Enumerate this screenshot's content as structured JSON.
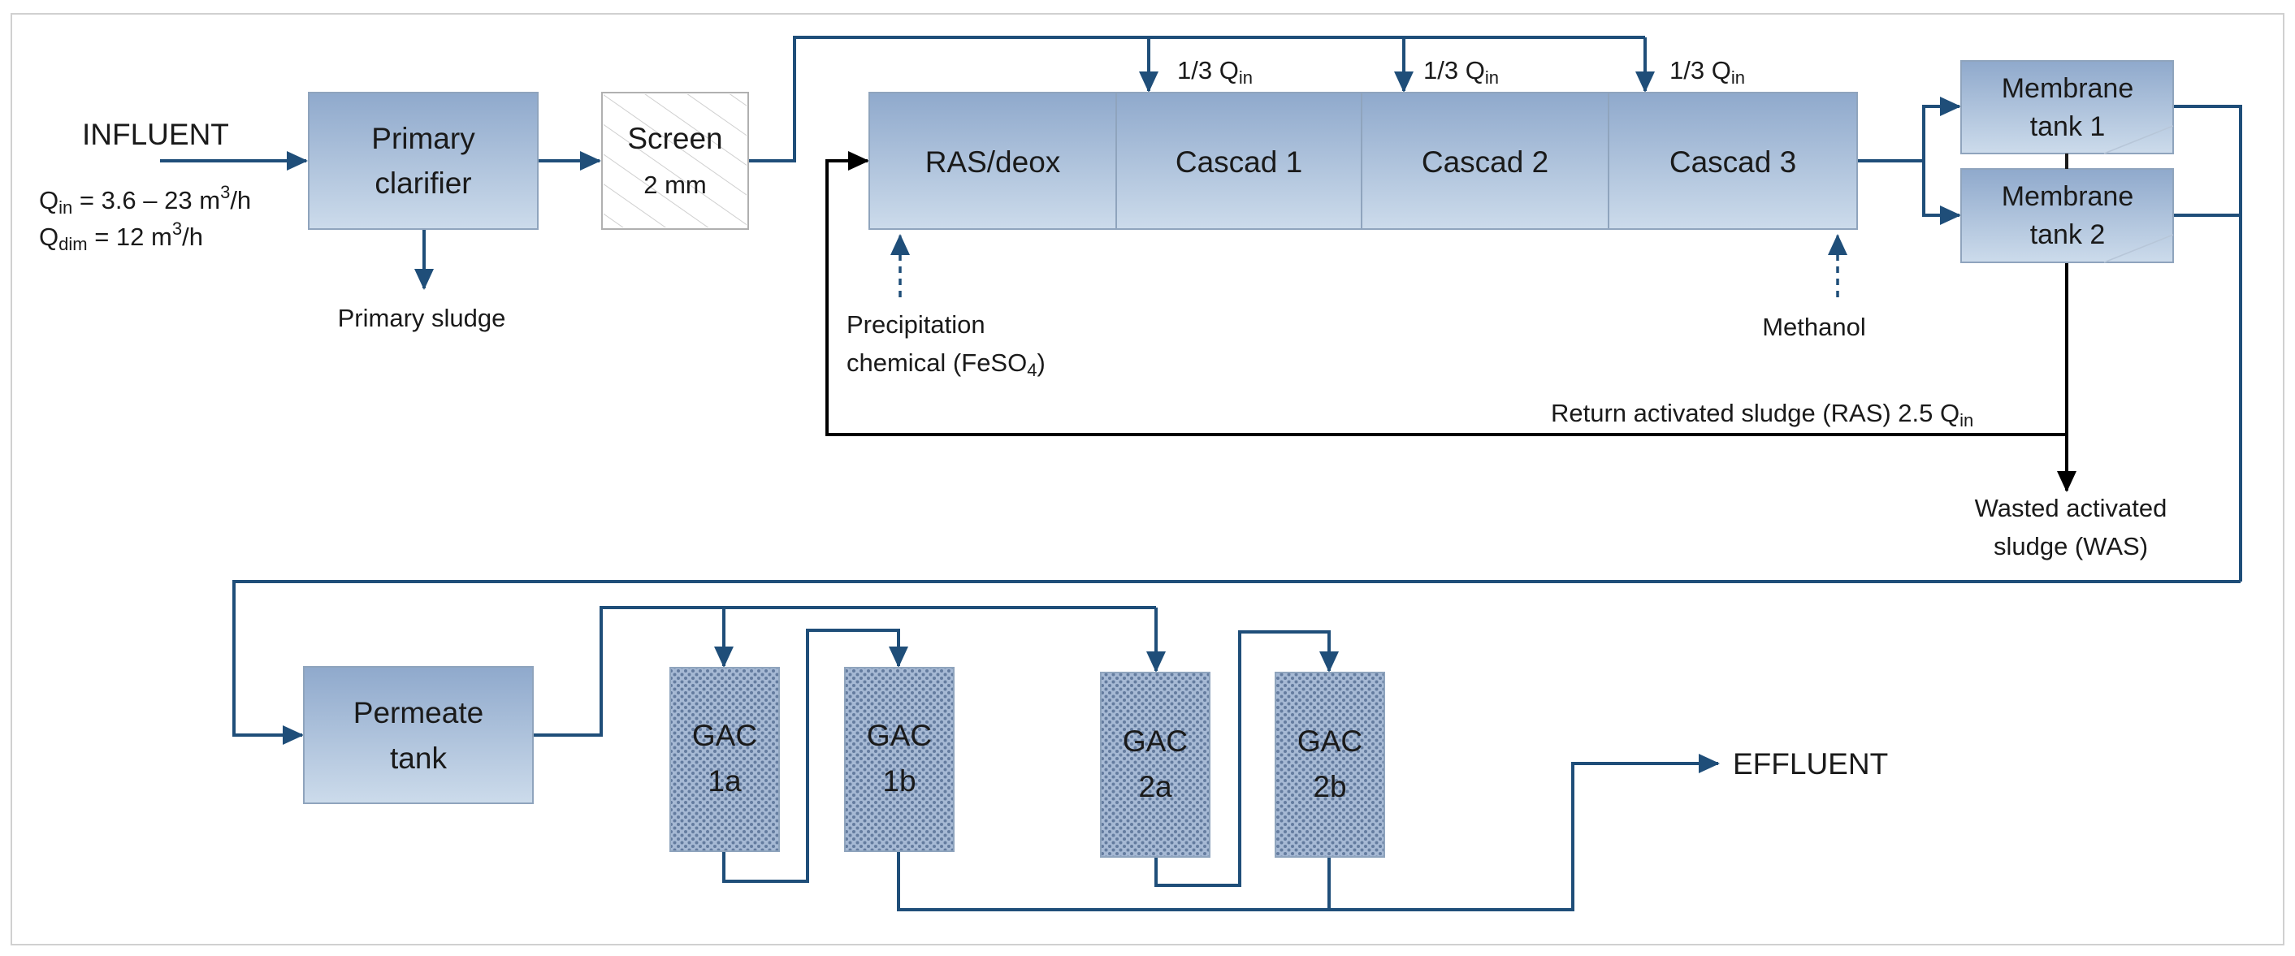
{
  "influent": {
    "label": "INFLUENT",
    "q_in_sym": "Q",
    "q_in_sub": "in",
    "q_in_value": " = 3.6 – 23 m",
    "q_in_exp": "3",
    "q_in_unit": "/h",
    "q_dim_sym": "Q",
    "q_dim_sub": "dim",
    "q_dim_value": " = 12 m",
    "q_dim_exp": "3",
    "q_dim_unit": "/h"
  },
  "primary_clarifier": {
    "line1": "Primary",
    "line2": "clarifier"
  },
  "primary_sludge": "Primary sludge",
  "screen": {
    "title": "Screen",
    "size": "2 mm"
  },
  "reactor": {
    "compartments": [
      "RAS/deox",
      "Cascad 1",
      "Cascad 2",
      "Cascad 3"
    ],
    "split_sym": "1/3 Q",
    "split_sub": "in"
  },
  "precipitation": {
    "line1": "Precipitation",
    "line2": "chemical (FeSO",
    "line2_sub": "4",
    "line2_end": ")"
  },
  "methanol": "Methanol",
  "membrane_tanks": [
    {
      "line1": "Membrane",
      "line2": "tank 1"
    },
    {
      "line1": "Membrane",
      "line2": "tank 2"
    }
  ],
  "ras": {
    "text": "Return activated sludge (RAS) 2.5 Q",
    "sub": "in"
  },
  "was": {
    "line1": "Wasted activated",
    "line2": "sludge (WAS)"
  },
  "permeate_tank": {
    "line1": "Permeate",
    "line2": "tank"
  },
  "gac_filters": [
    {
      "line1": "GAC",
      "line2": "1a"
    },
    {
      "line1": "GAC",
      "line2": "1b"
    },
    {
      "line1": "GAC",
      "line2": "2a"
    },
    {
      "line1": "GAC",
      "line2": "2b"
    }
  ],
  "effluent": "EFFLUENT",
  "colors": {
    "flow_line": "#1f4e79",
    "sludge_line": "#000000",
    "box_top": "#8fa9cc",
    "box_bottom": "#c9d8ea",
    "box_border": "#8fa4bd",
    "gac_fill": "#9db2d0",
    "gac_dot": "#5e7498"
  }
}
